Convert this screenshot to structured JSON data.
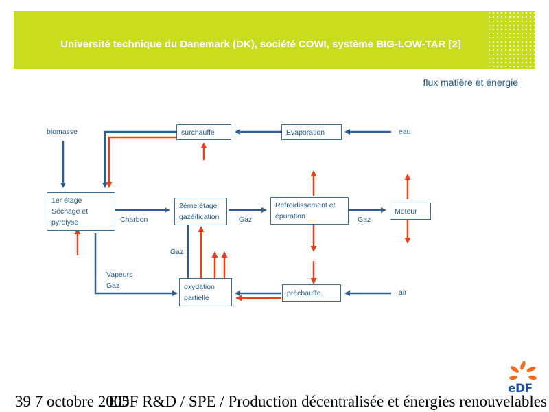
{
  "header": {
    "title": "Université technique du Danemark (DK), société COWI, système BIG-LOW-TAR [2]",
    "subtitle": "flux matière et énergie"
  },
  "diagram": {
    "boxes": {
      "surchauffe": "surchauffe",
      "evaporation": "Evaporation",
      "etage1": "1er étage\nSéchage et\npyrolyse",
      "etage2": "2ème étage\ngazéification",
      "refroidissement": "Refroidissement et\népuration",
      "moteur": "Moteur",
      "oxydation": "oxydation\npartielle",
      "prechauffe": "préchauffe"
    },
    "labels": {
      "biomasse": "biomasse",
      "eau": "eau",
      "air": "air",
      "charbon": "Charbon",
      "gaz_1": "Gaz",
      "gaz_2": "Gaz",
      "gaz_3": "Gaz",
      "vapeurs_gaz": "Vapeurs\nGaz"
    },
    "colors": {
      "material_flow": "#2c5f8f",
      "energy_flow": "#e8401c"
    }
  },
  "footer": {
    "page_date": "39 7 octobre 2005",
    "org": "EDF R&D / SPE / Production décentralisée et énergies renouvelables",
    "logo_text": "eDF"
  },
  "colors": {
    "banner": "#c8dc20",
    "text": "#1f5a8a"
  }
}
